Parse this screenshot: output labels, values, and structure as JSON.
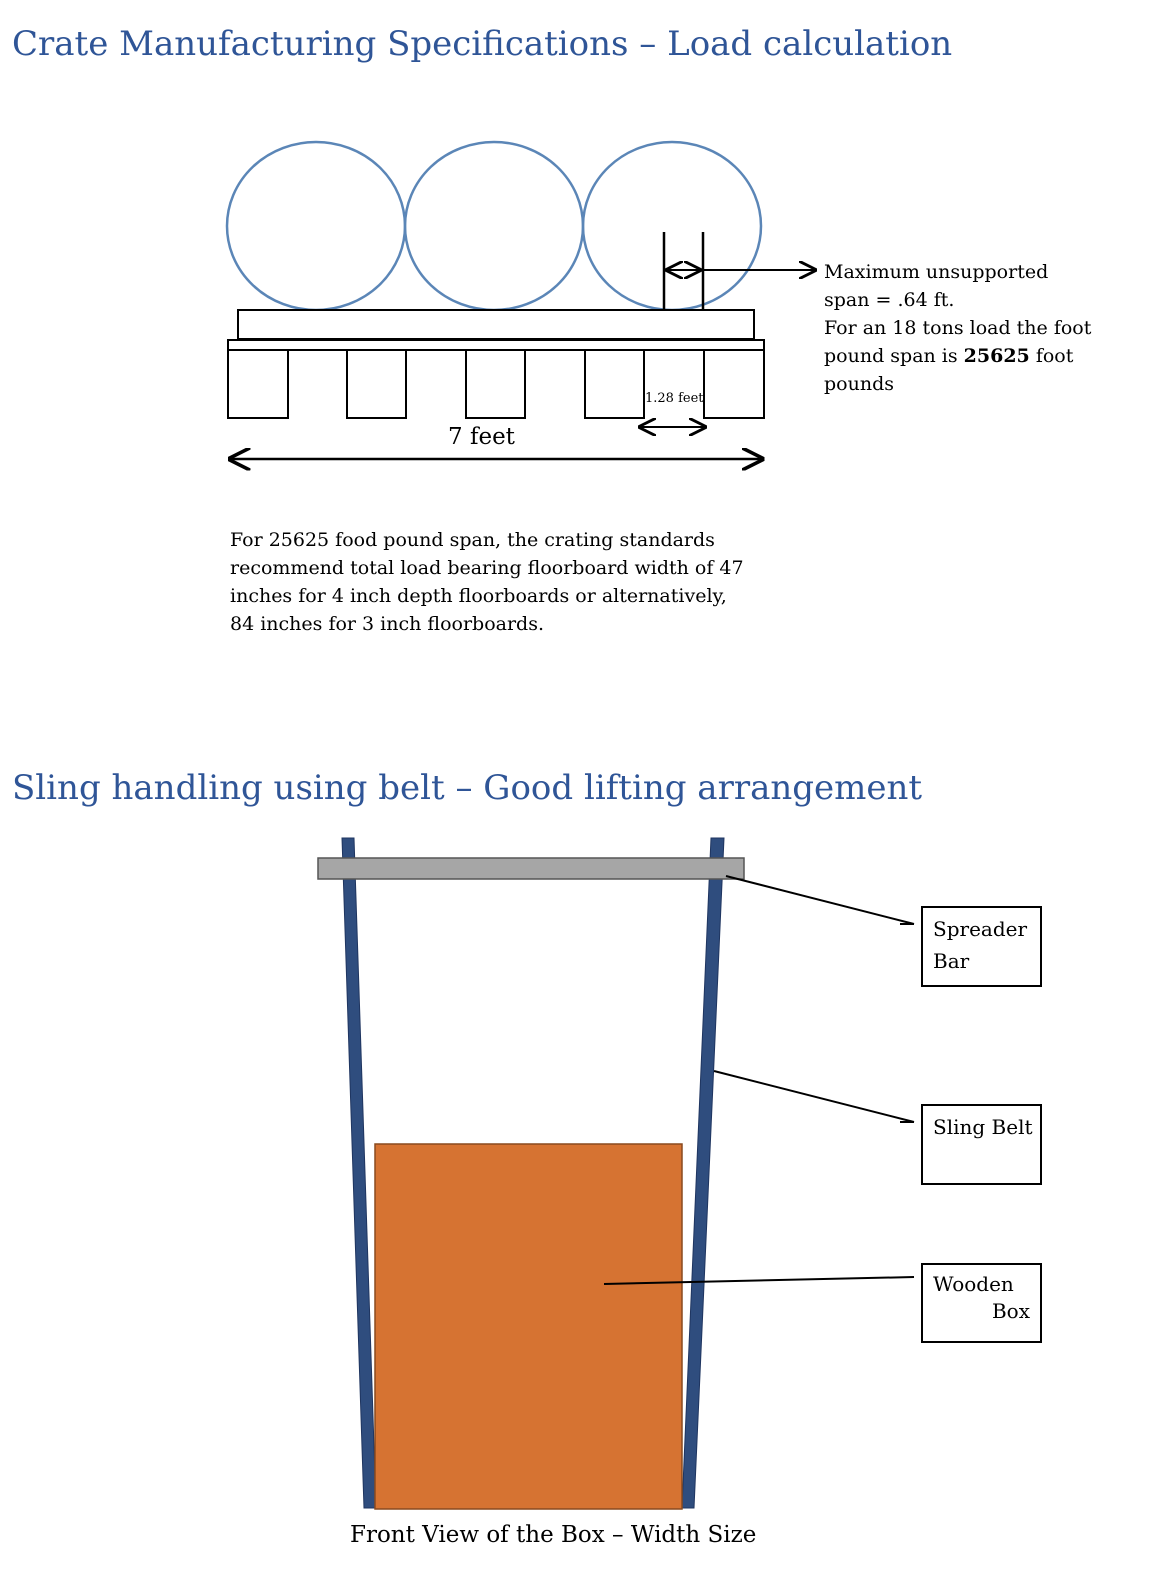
{
  "section1": {
    "heading": "Crate Manufacturing Specifications – Load calculation",
    "note_lines": [
      "Maximum unsupported",
      "span = .64 ft.",
      "For an 18 tons load the foot",
      "pound span is ",
      "25625",
      " foot",
      "pounds"
    ],
    "skid_spacing_label": "1.28 feet",
    "width_label": "7 feet",
    "paragraph_lines": [
      "For 25625 food pound span, the crating standards",
      "recommend total load bearing floorboard width of 47",
      "inches for 4 inch depth floorboards or alternatively,",
      "84 inches for 3 inch floorboards."
    ]
  },
  "section2": {
    "heading": "Sling handling using belt – Good lifting arrangement",
    "callouts": {
      "spreader_bar": [
        "Spreader",
        "Bar"
      ],
      "sling_belt": [
        "Sling Belt"
      ],
      "wooden_box": [
        "Wooden",
        "Box"
      ]
    },
    "caption": "Front View of the Box – Width Size"
  },
  "colors": {
    "heading": "#2f5597",
    "circle_stroke": "#5b86b7",
    "sling_belt": "#2f4d7e",
    "spreader_bar": "#a6a6a6",
    "wooden_box": "#d67332"
  }
}
